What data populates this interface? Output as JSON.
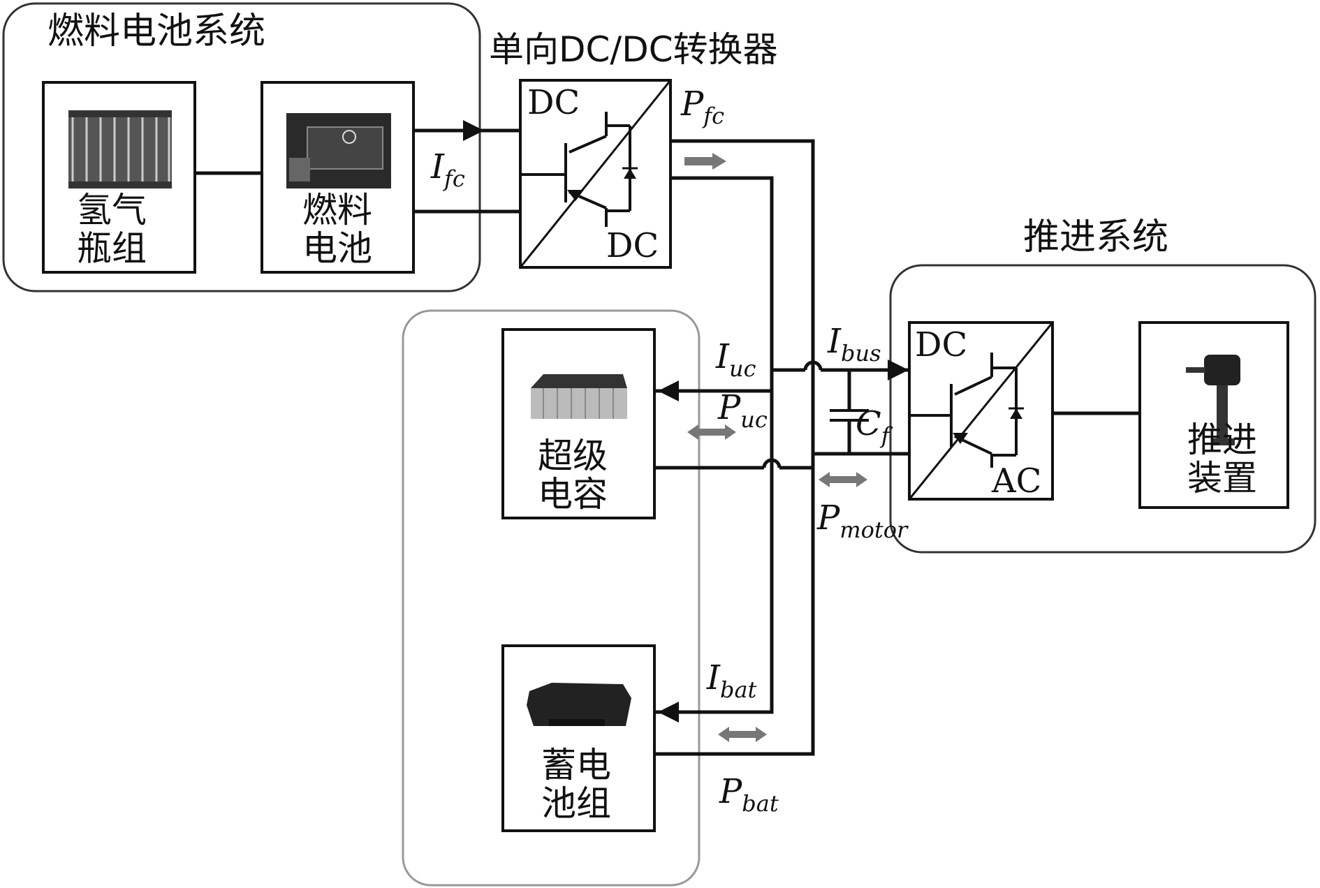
{
  "groups": {
    "fuel_cell_system": "燃料电池系统",
    "propulsion_system": "推进系统"
  },
  "converters": {
    "dcdc_title": "单向DC/DC转换器",
    "dcdc_in": "DC",
    "dcdc_out": "DC",
    "inverter_in": "DC",
    "inverter_out": "AC"
  },
  "components": {
    "hydrogen_line1": "氢气",
    "hydrogen_line2": "瓶组",
    "fuelcell_line1": "燃料",
    "fuelcell_line2": "电池",
    "supercap_line1": "超级",
    "supercap_line2": "电容",
    "battery_line1": "蓄电",
    "battery_line2": "池组",
    "propulsor_line1": "推进",
    "propulsor_line2": "装置"
  },
  "signals": {
    "I_fc": {
      "main": "I",
      "sub": "fc"
    },
    "P_fc": {
      "main": "P",
      "sub": "fc"
    },
    "I_uc": {
      "main": "I",
      "sub": "uc"
    },
    "P_uc": {
      "main": "P",
      "sub": "uc"
    },
    "I_bus": {
      "main": "I",
      "sub": "bus"
    },
    "C_f": {
      "main": "C",
      "sub": "f"
    },
    "P_motor": {
      "main": "P",
      "sub": "motor"
    },
    "I_bat": {
      "main": "I",
      "sub": "bat"
    },
    "P_bat": {
      "main": "P",
      "sub": "bat"
    }
  },
  "icons": [
    "hydrogen-tank-icon",
    "fuel-cell-icon",
    "supercapacitor-icon",
    "battery-pack-icon",
    "outboard-motor-icon"
  ]
}
